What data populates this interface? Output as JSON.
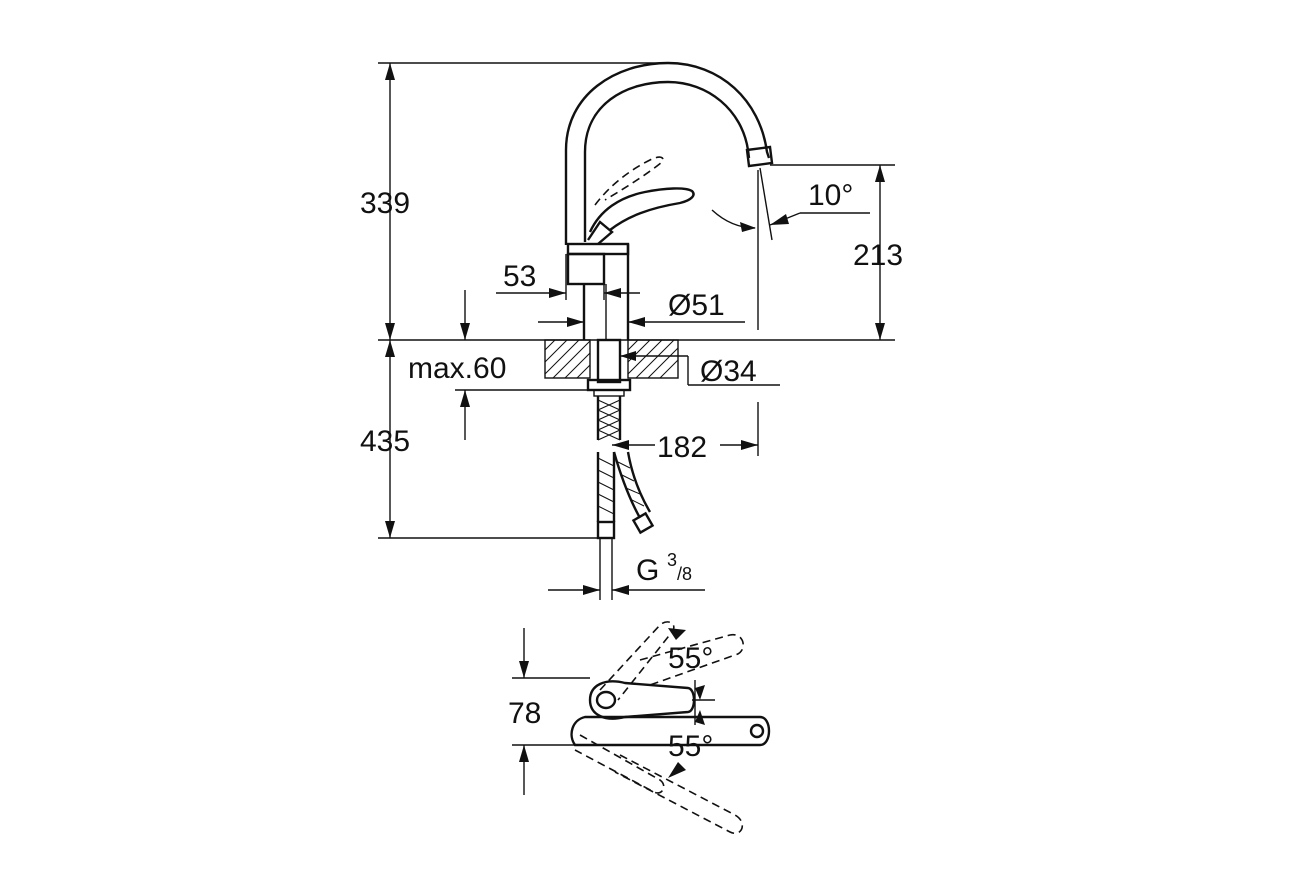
{
  "drawing": {
    "labels": {
      "height_total": "339",
      "height_spout": "213",
      "spout_angle": "10°",
      "body_offset": "53",
      "body_diameter": "Ø51",
      "mount_thickness": "max.60",
      "hole_diameter": "Ø34",
      "below_height": "435",
      "reach": "182",
      "thread_main": "G",
      "thread_numerator": "3",
      "thread_denominator": "/8",
      "handle_height": "78",
      "handle_angle_up": "55°",
      "handle_angle_down": "55°"
    }
  }
}
